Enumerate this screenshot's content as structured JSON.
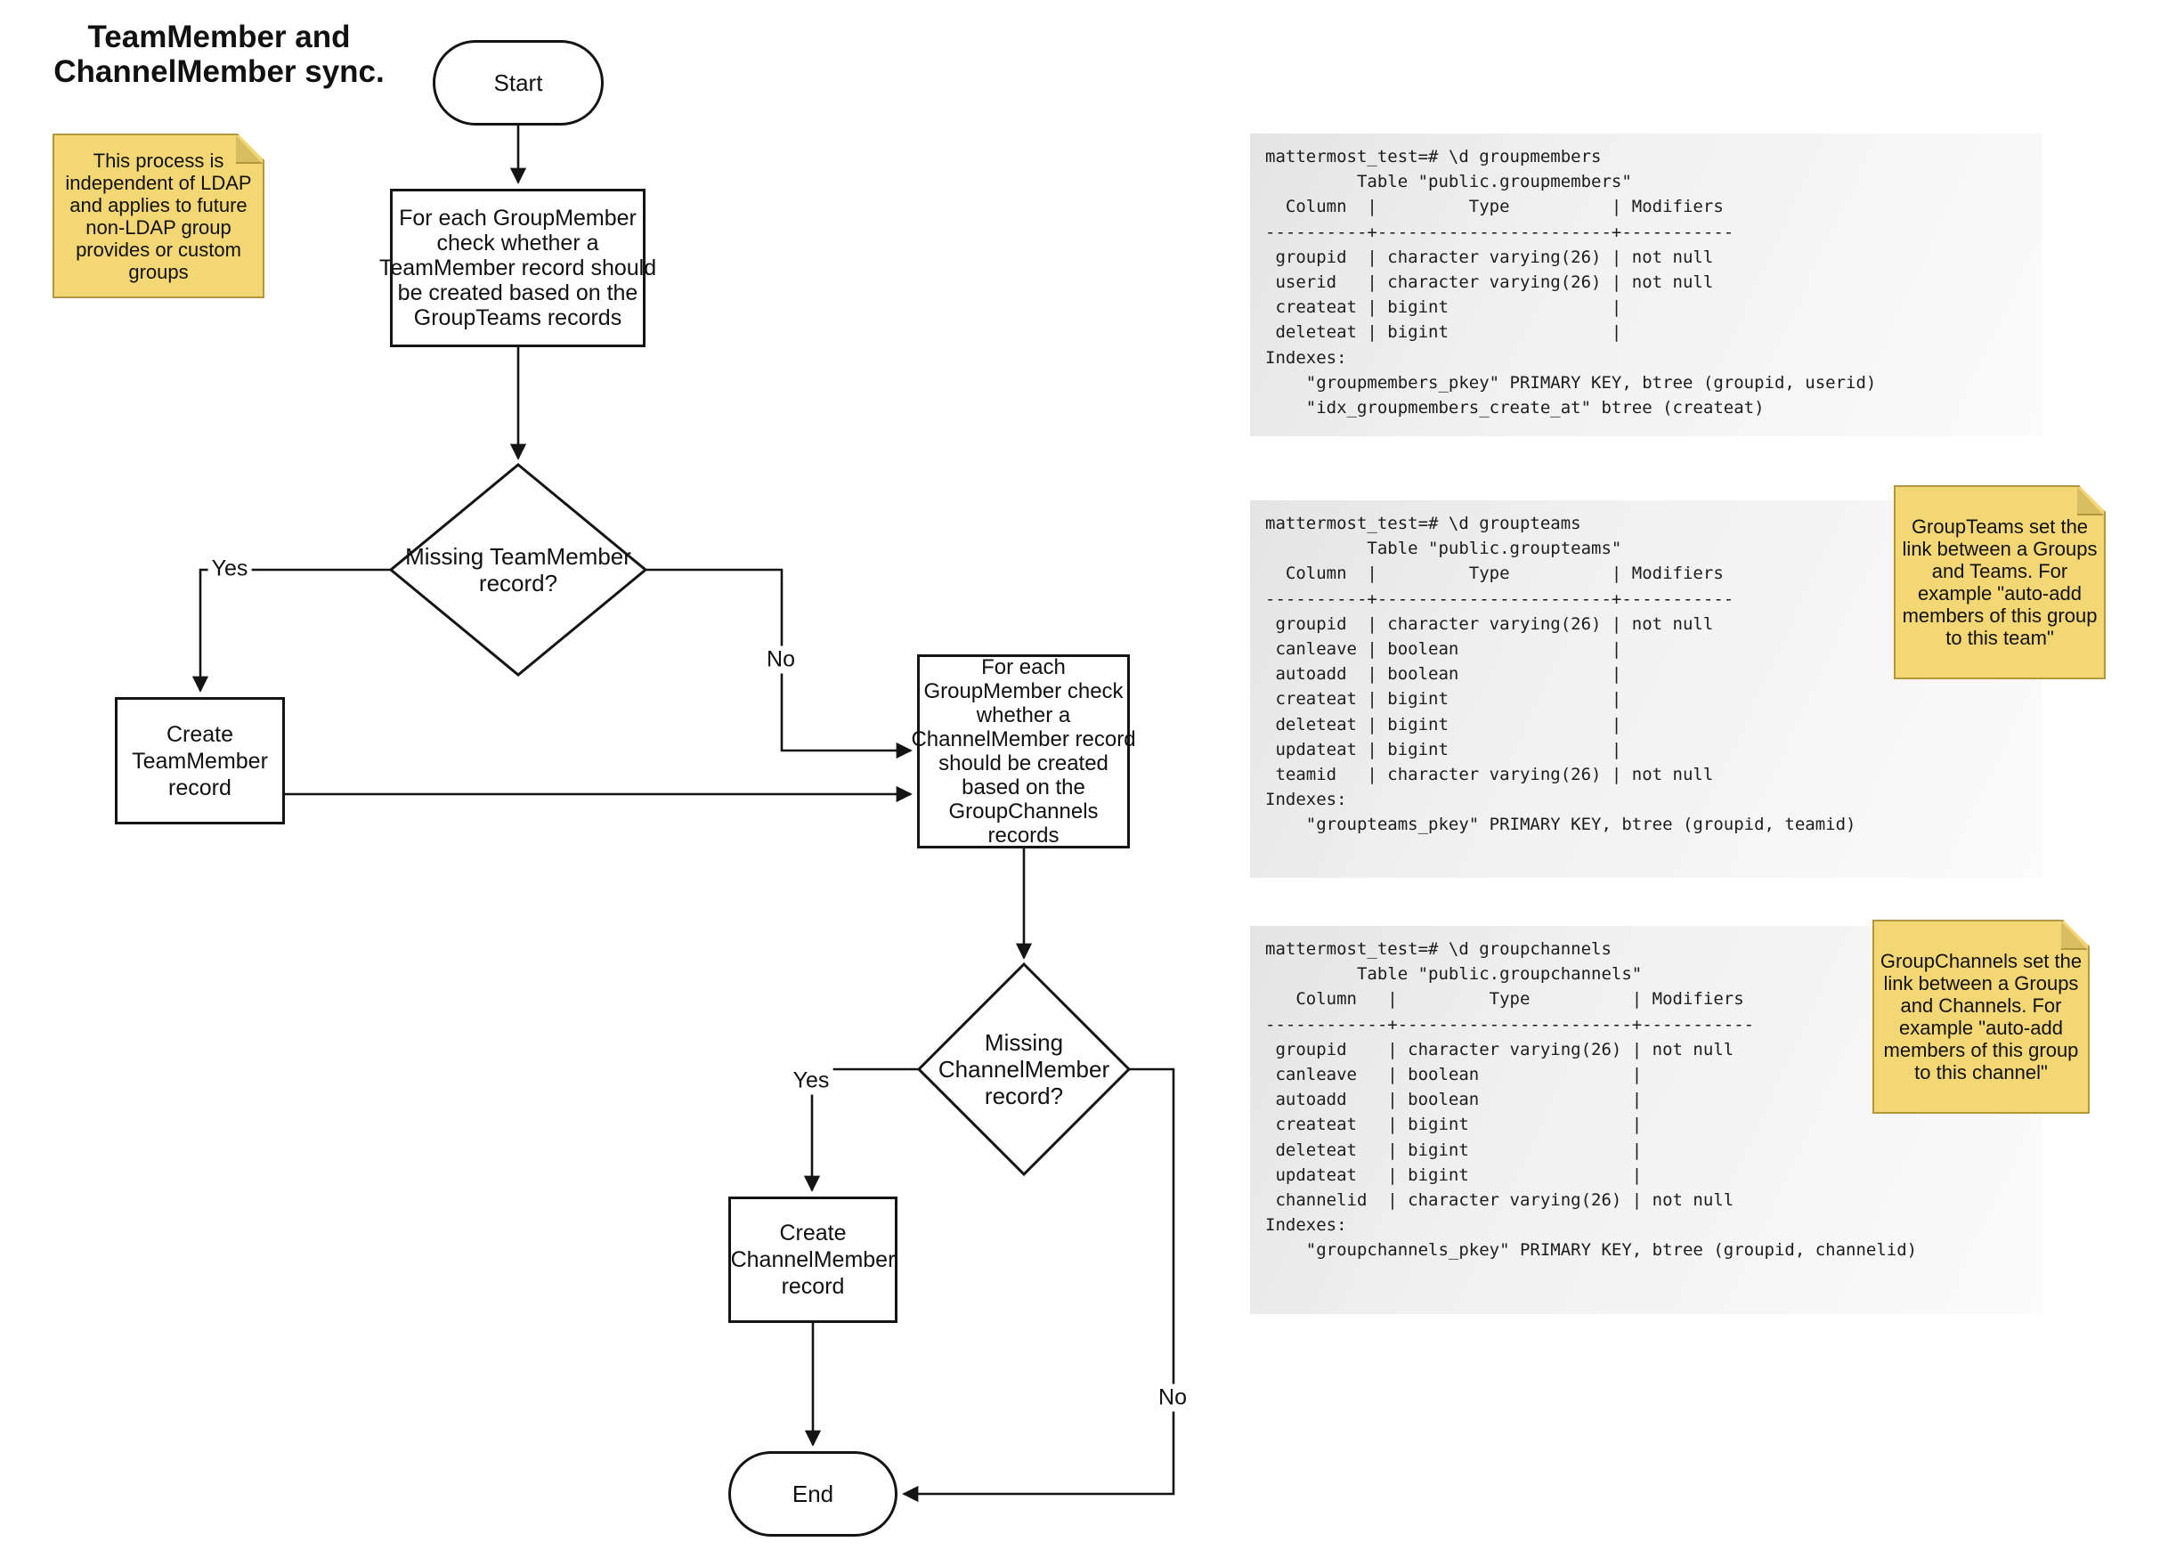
{
  "title": "TeamMember and\nChannelMember sync.",
  "notes": {
    "ldap": "This process is\nindependent of LDAP\nand applies to future\nnon-LDAP group\nprovides or custom\ngroups",
    "groupteams": "GroupTeams set the\nlink between a Groups\nand Teams. For\nexample \"auto-add\nmembers of this group\nto this team\"",
    "groupchannels": "GroupChannels set the\nlink between a Groups\nand Channels. For\nexample \"auto-add\nmembers of this group\nto this channel\""
  },
  "flowchart": {
    "start": "Start",
    "process_team": "For each GroupMember\ncheck whether a\nTeamMember record should\nbe created based on the\nGroupTeams records",
    "decision_team": "Missing TeamMember\nrecord?",
    "create_team": "Create\nTeamMember\nrecord",
    "process_channel": "For each\nGroupMember check\nwhether a\nChannelMember record\nshould be created\nbased on the\nGroupChannels\nrecords",
    "decision_channel": "Missing\nChannelMember\nrecord?",
    "create_channel": "Create\nChannelMember\nrecord",
    "end": "End",
    "labels": {
      "yes1": "Yes",
      "no1": "No",
      "yes2": "Yes",
      "no2": "No"
    }
  },
  "terminals": [
    {
      "name": "groupmembers",
      "text": "mattermost_test=# \\d groupmembers\n         Table \"public.groupmembers\"\n  Column  |         Type          | Modifiers\n----------+-----------------------+-----------\n groupid  | character varying(26) | not null\n userid   | character varying(26) | not null\n createat | bigint                |\n deleteat | bigint                |\nIndexes:\n    \"groupmembers_pkey\" PRIMARY KEY, btree (groupid, userid)\n    \"idx_groupmembers_create_at\" btree (createat)"
    },
    {
      "name": "groupteams",
      "text": "mattermost_test=# \\d groupteams\n          Table \"public.groupteams\"\n  Column  |         Type          | Modifiers\n----------+-----------------------+-----------\n groupid  | character varying(26) | not null\n canleave | boolean               |\n autoadd  | boolean               |\n createat | bigint                |\n deleteat | bigint                |\n updateat | bigint                |\n teamid   | character varying(26) | not null\nIndexes:\n    \"groupteams_pkey\" PRIMARY KEY, btree (groupid, teamid)"
    },
    {
      "name": "groupchannels",
      "text": "mattermost_test=# \\d groupchannels\n         Table \"public.groupchannels\"\n   Column   |         Type          | Modifiers\n------------+-----------------------+-----------\n groupid    | character varying(26) | not null\n canleave   | boolean               |\n autoadd    | boolean               |\n createat   | bigint                |\n deleteat   | bigint                |\n updateat   | bigint                |\n channelid  | character varying(26) | not null\nIndexes:\n    \"groupchannels_pkey\" PRIMARY KEY, btree (groupid, channelid)"
    }
  ],
  "colors": {
    "note_fill": "#f3d775",
    "note_fold": "#d9bd62",
    "note_border": "#b3973d",
    "stroke": "#141414",
    "terminal_bg": "#ececec"
  }
}
